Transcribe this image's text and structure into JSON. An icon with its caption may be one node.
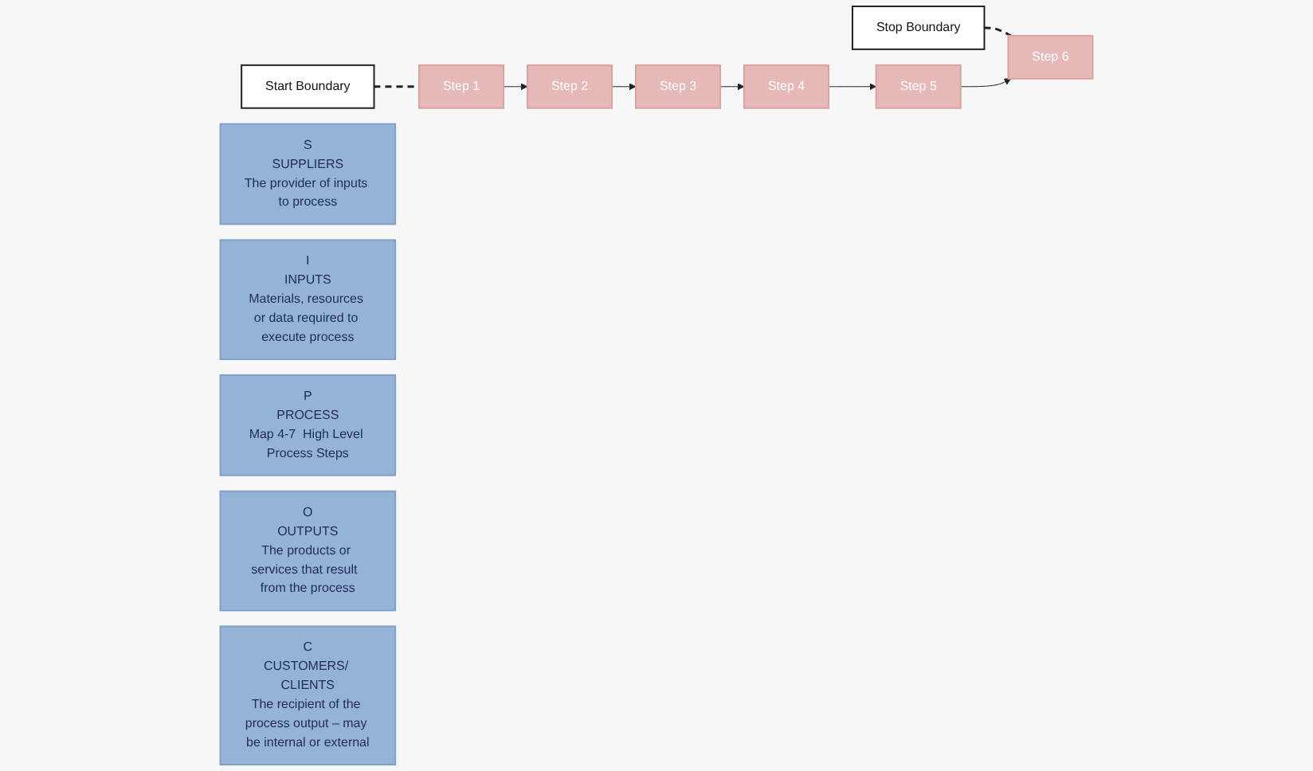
{
  "diagram": {
    "nodes": [
      {
        "text": [
          "Start Boundary"
        ]
      },
      {
        "text": [
          "Stop Boundary"
        ]
      },
      {
        "text": [
          "S",
          "SUPPLIERS",
          "The provider of inputs to process"
        ]
      },
      {
        "text": [
          "I",
          "INPUTS",
          "Materials, resources or data required to execute process"
        ]
      },
      {
        "text": [
          "P",
          "PROCESS",
          "Map 4-7  High Level Process Steps"
        ]
      },
      {
        "text": [
          "O",
          "OUTPUTS",
          "The products or services that result  from the process"
        ]
      },
      {
        "text": [
          "C",
          "CUSTOMERS/ CLIENTS",
          "The recipient of the process output – may be internal or external"
        ]
      },
      {
        "text": [
          "Step 1"
        ]
      },
      {
        "text": [
          "Step 2"
        ]
      },
      {
        "text": [
          "Step 3"
        ]
      },
      {
        "text": [
          "Step 4"
        ]
      },
      {
        "text": [
          "Step 5"
        ]
      },
      {
        "text": [
          "Step 6"
        ]
      }
    ],
    "edges": [
      {
        "from": 0,
        "to": 7,
        "arrow": "none",
        "style": "dashed"
      },
      {
        "from": 1,
        "to": 12,
        "arrow": "none",
        "style": "dashed"
      },
      {
        "from": 7,
        "to": 8,
        "arrow": "to"
      },
      {
        "from": 8,
        "to": 9,
        "arrow": "to"
      },
      {
        "from": 9,
        "to": 10,
        "arrow": "to"
      },
      {
        "from": 10,
        "to": 11,
        "arrow": "to"
      },
      {
        "from": 11,
        "to": 12,
        "arrow": "to"
      }
    ]
  }
}
